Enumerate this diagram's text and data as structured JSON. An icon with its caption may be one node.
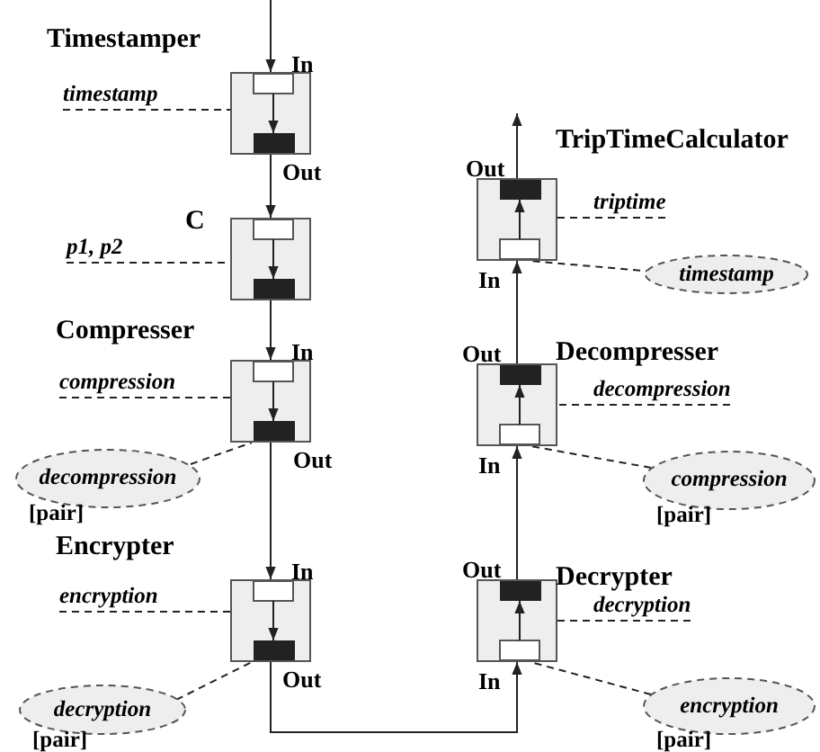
{
  "diagram": {
    "nodes": [
      {
        "text": [
          "Timestamper"
        ],
        "beside": [
          "In",
          "Out"
        ]
      },
      {
        "text": [
          "timestamp"
        ]
      },
      {
        "text": [
          "C"
        ]
      },
      {
        "text": [
          "p1, p2"
        ]
      },
      {
        "text": [
          "Compresser"
        ],
        "beside": [
          "In",
          "Out"
        ]
      },
      {
        "text": [
          "compression"
        ]
      },
      {
        "text": [
          "decompression",
          "[pair]"
        ]
      },
      {
        "text": [
          "Encrypter"
        ],
        "beside": [
          "In",
          "Out"
        ]
      },
      {
        "text": [
          "encryption"
        ]
      },
      {
        "text": [
          "decryption",
          "[pair]"
        ]
      },
      {
        "text": [
          "TripTimeCalculator"
        ],
        "beside": [
          "Out",
          "In"
        ]
      },
      {
        "text": [
          "triptime"
        ]
      },
      {
        "text": [
          "timestamp"
        ]
      },
      {
        "text": [
          "Decompresser"
        ],
        "beside": [
          "Out",
          "In"
        ]
      },
      {
        "text": [
          "decompression"
        ]
      },
      {
        "text": [
          "compression",
          "[pair]"
        ]
      },
      {
        "text": [
          "Decrypter"
        ],
        "beside": [
          "Out",
          "In"
        ]
      },
      {
        "text": [
          "decryption"
        ]
      },
      {
        "text": [
          "encryption",
          "[pair]"
        ]
      }
    ],
    "edges": [
      {
        "from": null,
        "to": 0,
        "arrow": "to"
      },
      {
        "from": 0,
        "to": 2,
        "arrow": "to"
      },
      {
        "from": 2,
        "to": 4,
        "arrow": "to"
      },
      {
        "from": 4,
        "to": 7,
        "arrow": "to"
      },
      {
        "from": 7,
        "to": 16,
        "arrow": "to"
      },
      {
        "from": 16,
        "to": 13,
        "arrow": "to"
      },
      {
        "from": 13,
        "to": 10,
        "arrow": "to"
      },
      {
        "from": 10,
        "to": null,
        "arrow": "to"
      },
      {
        "from": 1,
        "to": 0,
        "arrow": "none",
        "style": "dashed"
      },
      {
        "from": 3,
        "to": 2,
        "arrow": "none",
        "style": "dashed"
      },
      {
        "from": 5,
        "to": 4,
        "arrow": "none",
        "style": "dashed"
      },
      {
        "from": 6,
        "to": 4,
        "arrow": "none",
        "style": "dashed"
      },
      {
        "from": 8,
        "to": 7,
        "arrow": "none",
        "style": "dashed"
      },
      {
        "from": 9,
        "to": 7,
        "arrow": "none",
        "style": "dashed"
      },
      {
        "from": 11,
        "to": 10,
        "arrow": "none",
        "style": "dashed"
      },
      {
        "from": 12,
        "to": 10,
        "arrow": "none",
        "style": "dashed"
      },
      {
        "from": 14,
        "to": 13,
        "arrow": "none",
        "style": "dashed"
      },
      {
        "from": 15,
        "to": 13,
        "arrow": "none",
        "style": "dashed"
      },
      {
        "from": 17,
        "to": 16,
        "arrow": "none",
        "style": "dashed"
      },
      {
        "from": 18,
        "to": 16,
        "arrow": "none",
        "style": "dashed"
      }
    ]
  }
}
